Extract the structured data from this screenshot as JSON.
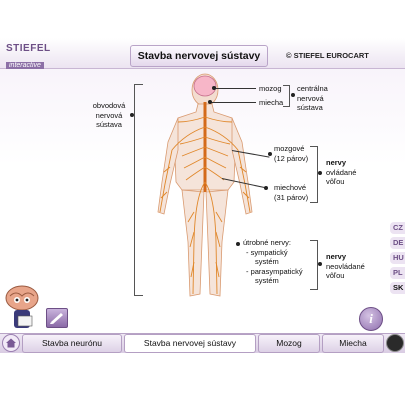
{
  "header": {
    "logo_line1": "STIEFEL",
    "logo_line2": "interactive",
    "title": "Stavba nervovej sústavy",
    "copyright": "© STIEFEL EUROCART"
  },
  "labels": {
    "mozog": "mozog",
    "miecha": "miecha",
    "central": [
      "centrálna",
      "nervová",
      "sústava"
    ],
    "peripheral": [
      "obvodová",
      "nervová",
      "sústava"
    ],
    "cranial": [
      "mozgové",
      "(12 párov)"
    ],
    "spinal": [
      "miechové",
      "(31 párov)"
    ],
    "voluntary": [
      "nervy",
      "ovládané",
      "vôľou"
    ],
    "visceral_title": "útrobné nervy:",
    "visceral_items": [
      "- sympatický",
      "systém",
      "- parasympatický",
      "systém"
    ],
    "involuntary": [
      "nervy",
      "neovládané",
      "vôľou"
    ]
  },
  "languages": [
    "CZ",
    "DE",
    "HU",
    "PL",
    "SK"
  ],
  "active_language": "SK",
  "tabs": [
    "Stavba neurónu",
    "Stavba nervovej sústavy",
    "Mozog",
    "Miecha"
  ],
  "active_tab": "Stavba nervovej sústavy",
  "icons": {
    "home": "home-icon",
    "info": "info-icon",
    "tool": "pen-tool-icon",
    "mascot": "brain-mascot-icon",
    "power": "round-dark-button"
  },
  "colors": {
    "accent": "#8c6fa6",
    "nerve": "#e0872a",
    "brain": "#f7b6c8"
  }
}
